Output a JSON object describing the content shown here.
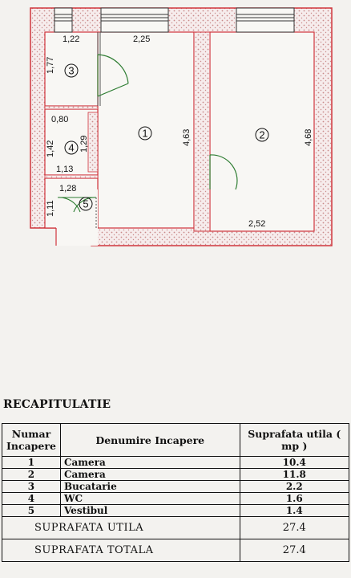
{
  "plan": {
    "dimensions": {
      "d1": "1,22",
      "d2": "2,25",
      "d3": "1,77",
      "d4": "4,63",
      "d5": "4,68",
      "d6": "0,80",
      "d7": "1,42",
      "d8": "1,29",
      "d9": "1,13",
      "d10": "1,28",
      "d11": "1,11",
      "d12": "2,52"
    },
    "rooms": {
      "r1": "1",
      "r2": "2",
      "r3": "3",
      "r4": "4",
      "r5": "5"
    },
    "colors": {
      "wall_line": "#d0343c",
      "hatch": "#c98a8a",
      "door": "#2e7d32"
    }
  },
  "recap": {
    "title": "RECAPITULATIE",
    "headers": {
      "col1": "Numar Incapere",
      "col2": "Denumire Incapere",
      "col3": "Suprafata utila ( mp )"
    },
    "rows": [
      {
        "nr": "1",
        "name": "Camera",
        "area": "10.4"
      },
      {
        "nr": "2",
        "name": "Camera",
        "area": "11.8"
      },
      {
        "nr": "3",
        "name": "Bucatarie",
        "area": "2.2"
      },
      {
        "nr": "4",
        "name": "WC",
        "area": "1.6"
      },
      {
        "nr": "5",
        "name": "Vestibul",
        "area": "1.4"
      }
    ],
    "sum_util_label": "SUPRAFATA UTILA",
    "sum_util_value": "27.4",
    "sum_total_label": "SUPRAFATA TOTALA",
    "sum_total_value": "27.4"
  }
}
